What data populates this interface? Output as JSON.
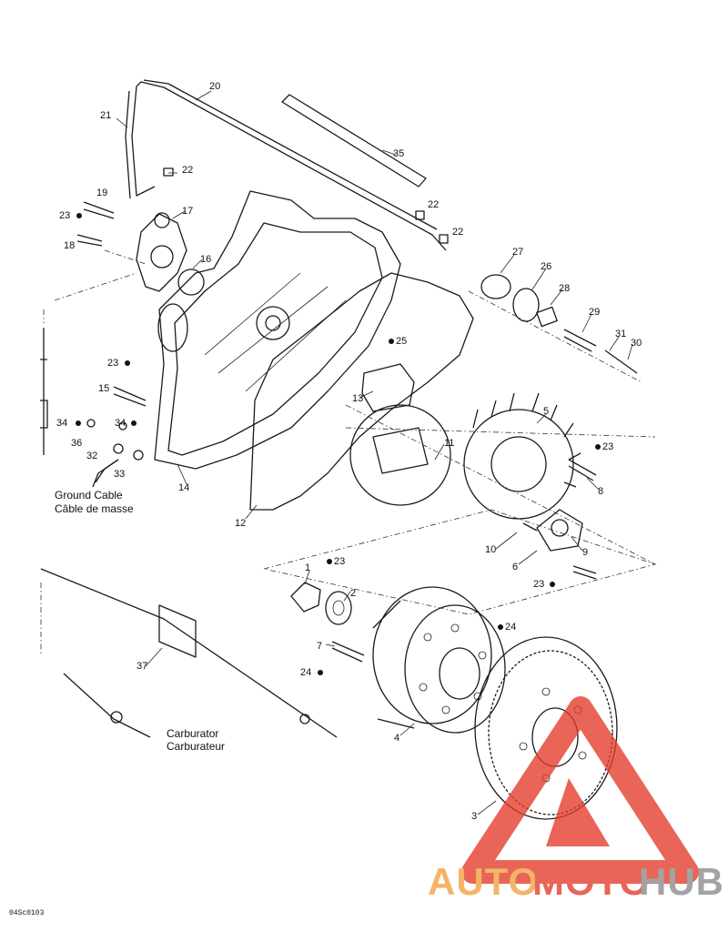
{
  "callouts": {
    "c1": "1",
    "c2": "2",
    "c3": "3",
    "c4": "4",
    "c5": "5",
    "c6": "6",
    "c7": "7",
    "c8": "8",
    "c9": "9",
    "c10": "10",
    "c11": "11",
    "c12": "12",
    "c13": "13",
    "c14": "14",
    "c15": "15",
    "c16": "16",
    "c17": "17",
    "c18": "18",
    "c19": "19",
    "c20": "20",
    "c21": "21",
    "c22a": "22",
    "c22b": "22",
    "c22c": "22",
    "c23a": "23",
    "c23b": "23",
    "c23c": "23",
    "c23d": "23",
    "c23e": "23",
    "c24a": "24",
    "c24b": "24",
    "c25": "25",
    "c26": "26",
    "c27": "27",
    "c28": "28",
    "c29": "29",
    "c30": "30",
    "c31": "31",
    "c32": "32",
    "c33": "33",
    "c34a": "34",
    "c34b": "34",
    "c35": "35",
    "c36": "36",
    "c37": "37"
  },
  "labels": {
    "ground_cable_en": "Ground Cable",
    "ground_cable_fr": "Câble de masse",
    "carburetor_en": "Carburator",
    "carburetor_fr": "Carburateur"
  },
  "drawing_code": "04Sc0103",
  "watermark": {
    "part1": "AUTO",
    "part2": "MOTO",
    "part3": "HUB",
    "color_orange": "#f0a040",
    "color_red": "#e23a2a",
    "color_grey": "#8a8a8a"
  }
}
